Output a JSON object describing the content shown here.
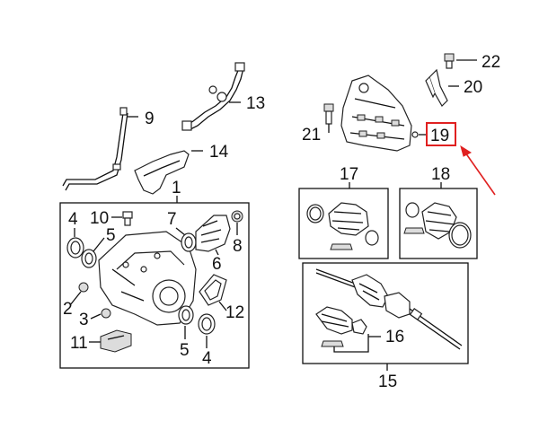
{
  "callouts": {
    "c1": "1",
    "c2": "2",
    "c3": "3",
    "c4a": "4",
    "c4b": "4",
    "c5a": "5",
    "c5b": "5",
    "c6": "6",
    "c7": "7",
    "c8": "8",
    "c9": "9",
    "c10": "10",
    "c11": "11",
    "c12": "12",
    "c13": "13",
    "c14": "14",
    "c15": "15",
    "c16": "16",
    "c17": "17",
    "c18": "18",
    "c19": "19",
    "c20": "20",
    "c21": "21",
    "c22": "22"
  },
  "colors": {
    "highlight": "#e02020",
    "line": "#111111"
  }
}
